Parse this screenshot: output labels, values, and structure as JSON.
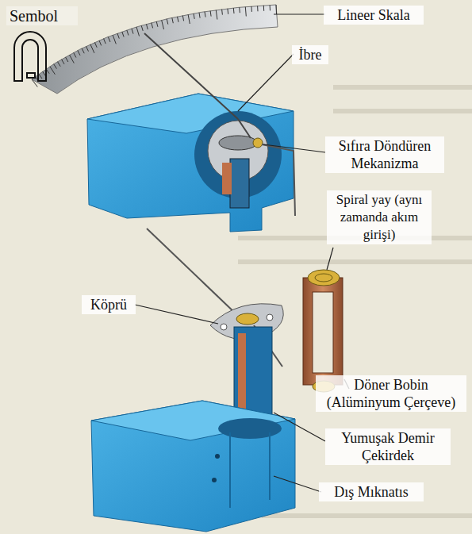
{
  "diagram": {
    "labels": [
      "Sembol",
      "Lineer Skala",
      "İbre",
      "Sıfıra Döndüren Mekanizma",
      "Spiral yay (aynı zamanda akım girişi)",
      "Köprü",
      "Döner Bobin (Alüminyum Çerçeve)",
      "Yumuşak Demir Çekirdek",
      "Dış Mıknatıs"
    ]
  }
}
